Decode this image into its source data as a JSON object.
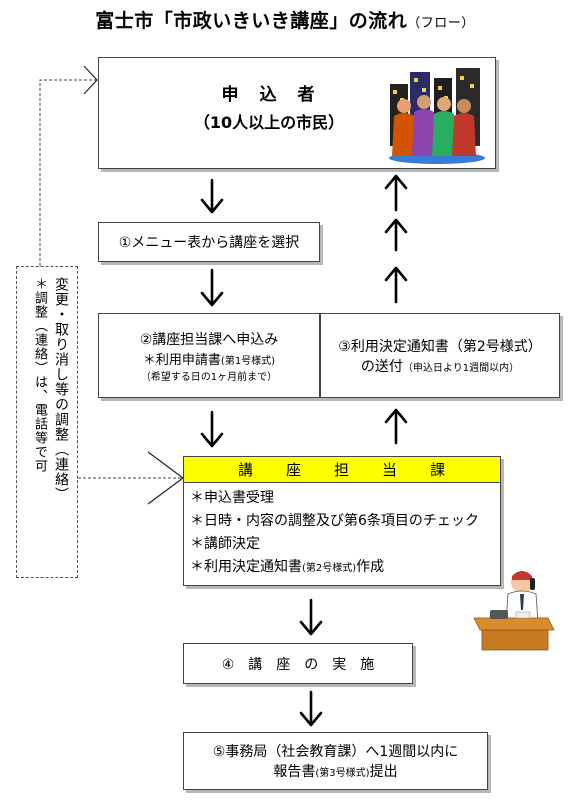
{
  "title": {
    "main": "富士市「市政いきいき講座」の流れ",
    "sub": "（フロー）"
  },
  "applicant": {
    "line1": "申　込　者",
    "line2": "（10人以上の市民）",
    "illustration": "people-group-city-icon"
  },
  "step1": {
    "label": "①メニュー表から講座を選択"
  },
  "step2": {
    "line1": "②講座担当課へ申込み",
    "line2_main": "＊利用申請書",
    "line2_small": "(第1号様式)",
    "line3": "（希望する日の1ヶ月前まで）"
  },
  "step3": {
    "line1": "③利用決定通知書（第2号様式）",
    "line2_main": "の送付",
    "line2_small": "（申込日より1週間以内）"
  },
  "dept": {
    "header": "講　　座　　担　　当　　課",
    "header_color": "#ffff00",
    "items": [
      {
        "main": "＊申込書受理",
        "small": ""
      },
      {
        "main": "＊日時・内容の調整及び第6条項目のチェック",
        "small": ""
      },
      {
        "main": "＊講師決定",
        "small": ""
      },
      {
        "main": "＊利用決定通知書",
        "small": "(第2号様式)",
        "tail": "作成"
      }
    ],
    "illustration": "officer-at-desk-phone-icon"
  },
  "step4": {
    "label": "④　講　座　の　実　施"
  },
  "step5": {
    "line1": "⑤事務局（社会教育課）へ1週間以内に",
    "line2_main": "報告書",
    "line2_small": "(第3号様式)",
    "line2_tail": "提出"
  },
  "side_note": {
    "col1": "変更・取り消し等の調整（連絡）",
    "col2": "＊調整（連絡）は、電話等で可"
  }
}
